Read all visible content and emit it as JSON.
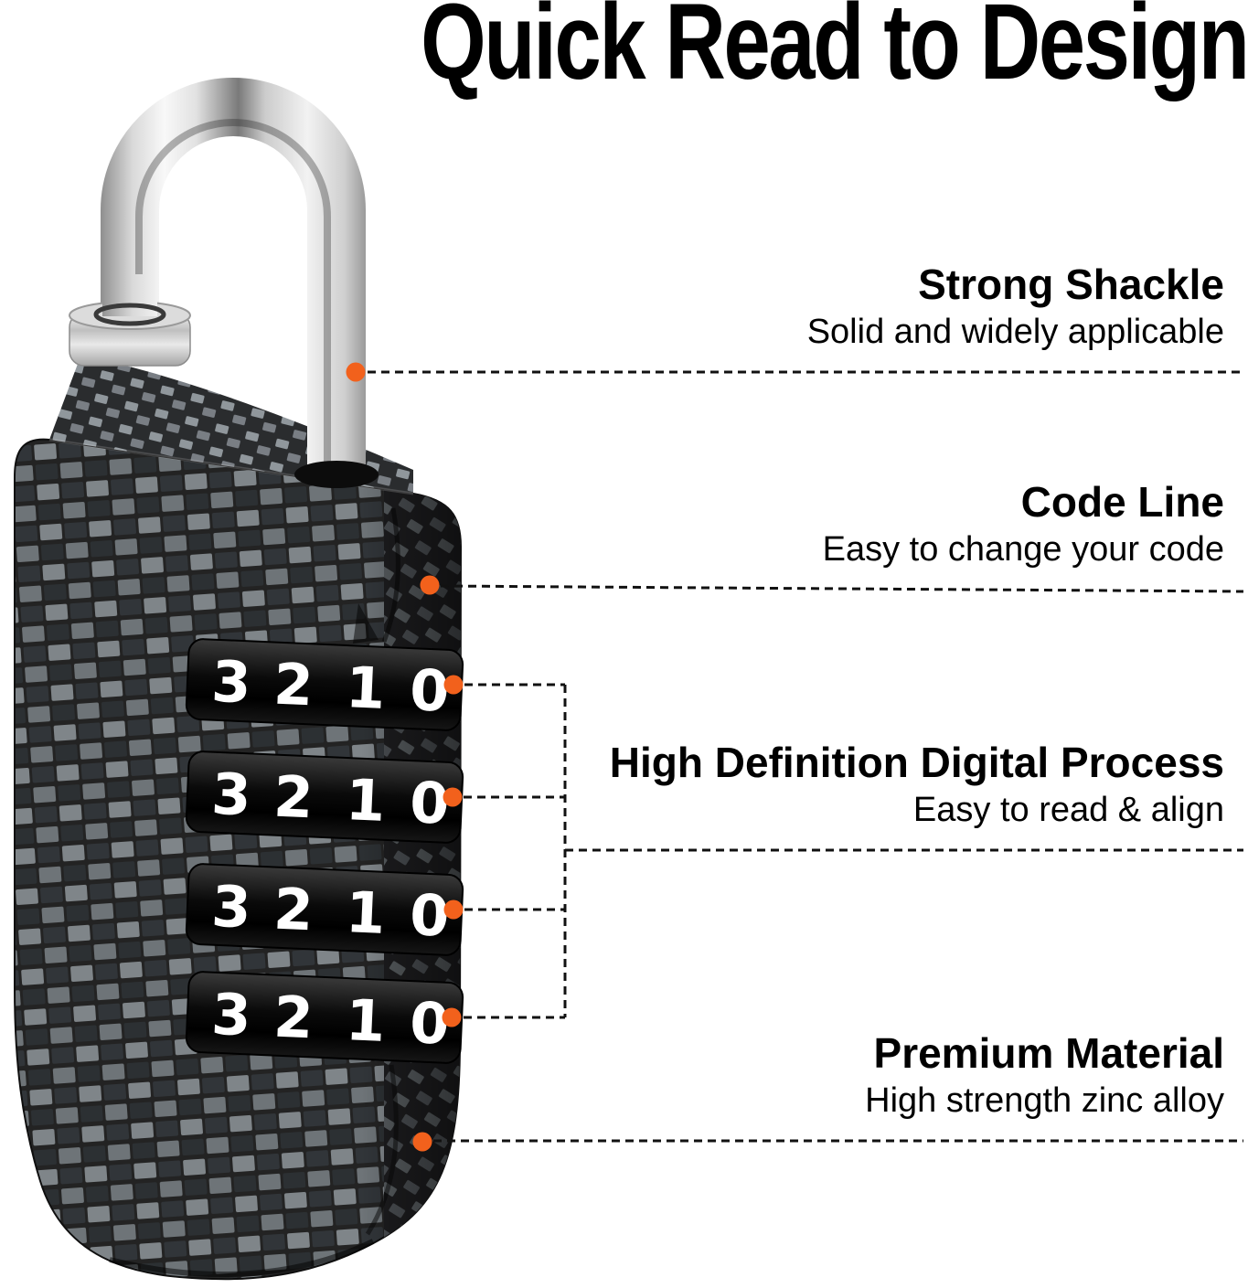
{
  "title": "Quick Read to Design",
  "callouts": [
    {
      "heading": "Strong Shackle",
      "subheading": "Solid and widely applicable"
    },
    {
      "heading": "Code Line",
      "subheading": "Easy to change your code"
    },
    {
      "heading": "High Definition Digital Process",
      "subheading": "Easy to read & align"
    },
    {
      "heading": "Premium Material",
      "subheading": "High strength zinc alloy"
    }
  ],
  "lock": {
    "dial_count": 4,
    "dial_digits": [
      "3",
      "2",
      "1",
      "0"
    ]
  },
  "colors": {
    "accent": "#F2611C",
    "line": "#111111",
    "text": "#000000"
  }
}
